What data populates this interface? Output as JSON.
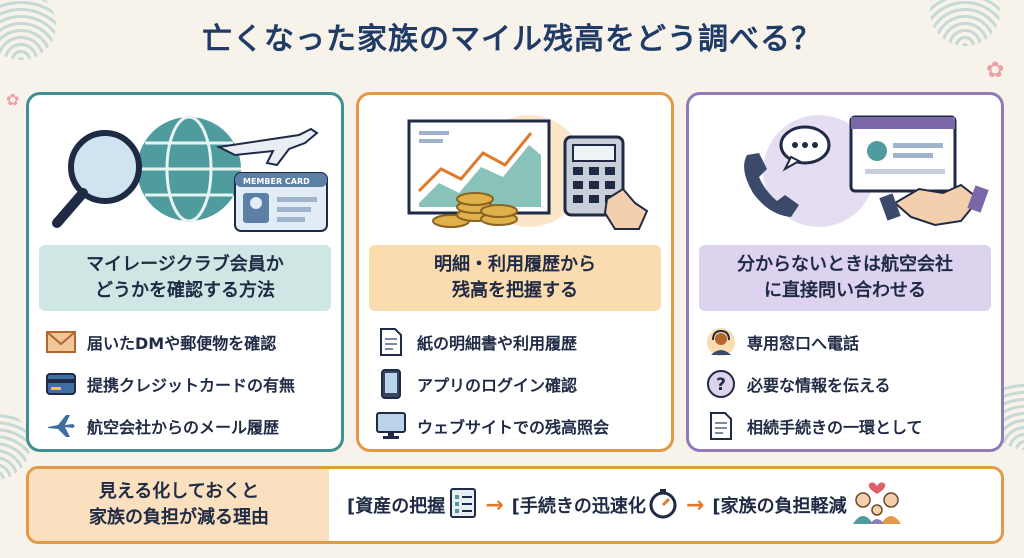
{
  "title": "亡くなった家族のマイル残高をどう調べる？",
  "cards": [
    {
      "head_line1": "マイレージクラブ会員か",
      "head_line2": "どうかを確認する方法",
      "illustration_label": "MEMBER CARD",
      "items": [
        {
          "icon": "envelope-icon",
          "text": "届いたDMや郵便物を確認"
        },
        {
          "icon": "credit-card-icon",
          "text": "提携クレジットカードの有無"
        },
        {
          "icon": "airplane-icon",
          "text": "航空会社からのメール履歴"
        }
      ]
    },
    {
      "head_line1": "明細・利用履歴から",
      "head_line2": "残高を把握する",
      "items": [
        {
          "icon": "document-icon",
          "text": "紙の明細書や利用履歴"
        },
        {
          "icon": "smartphone-icon",
          "text": "アプリのログイン確認"
        },
        {
          "icon": "monitor-icon",
          "text": "ウェブサイトでの残高照会"
        }
      ]
    },
    {
      "head_line1": "分からないときは航空会社",
      "head_line2": "に直接問い合わせる",
      "items": [
        {
          "icon": "operator-icon",
          "text": "専用窓口へ電話"
        },
        {
          "icon": "question-icon",
          "text": "必要な情報を伝える"
        },
        {
          "icon": "document-icon",
          "text": "相続手続きの一環として"
        }
      ]
    }
  ],
  "bottom": {
    "left_line1": "見える化しておくと",
    "left_line2": "家族の負担が減る理由",
    "flow": [
      {
        "text": "[資産の把握",
        "icon": "checklist-icon"
      },
      {
        "text": "[手続きの迅速化",
        "icon": "stopwatch-icon"
      },
      {
        "text": "[家族の負担軽減",
        "icon": "family-icon"
      }
    ]
  },
  "colors": {
    "teal": "#3f8f93",
    "orange": "#e49a45",
    "purple": "#8f7bb8",
    "navy": "#1f3b66"
  }
}
